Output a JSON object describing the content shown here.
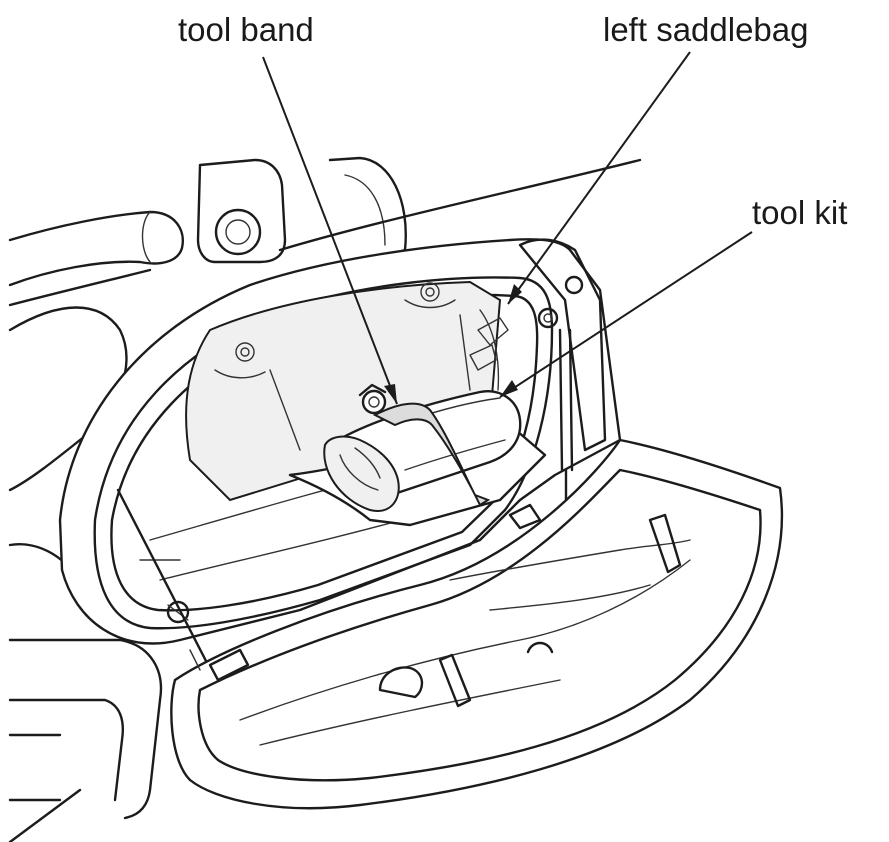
{
  "labels": {
    "tool_band": "tool band",
    "left_saddlebag": "left saddlebag",
    "tool_kit": "tool kit"
  },
  "colors": {
    "line": "#1c1c1c",
    "background": "#ffffff"
  }
}
